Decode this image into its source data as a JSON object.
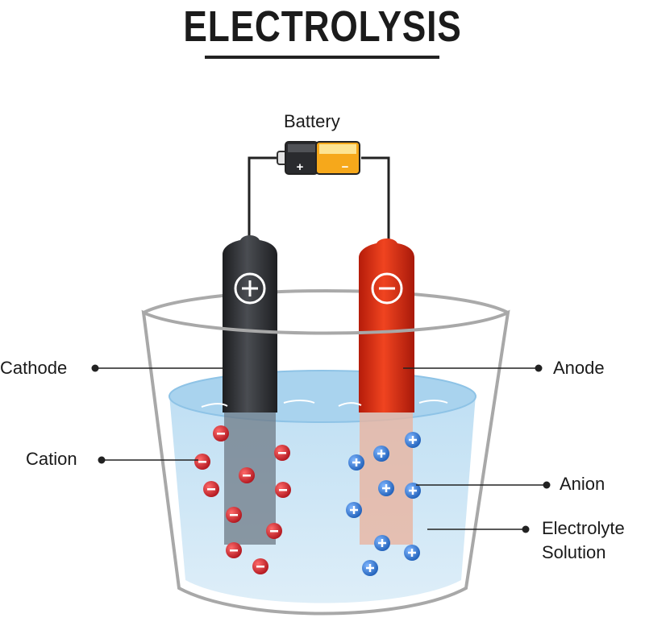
{
  "title": "ELECTROLYSIS",
  "labels": {
    "battery": "Battery",
    "cathode": "Cathode",
    "anode": "Anode",
    "cation": "Cation",
    "anion": "Anion",
    "electrolyte_line1": "Electrolyte",
    "electrolyte_line2": "Solution"
  },
  "symbols": {
    "plus": "+",
    "minus": "−"
  },
  "colors": {
    "cathode_electrode": "#2b2d30",
    "anode_electrode": "#d12a10",
    "solution": "#cfe6f5",
    "cation": "#c8242b",
    "anion": "#2f74c9",
    "battery_body": "#f6a81b"
  }
}
